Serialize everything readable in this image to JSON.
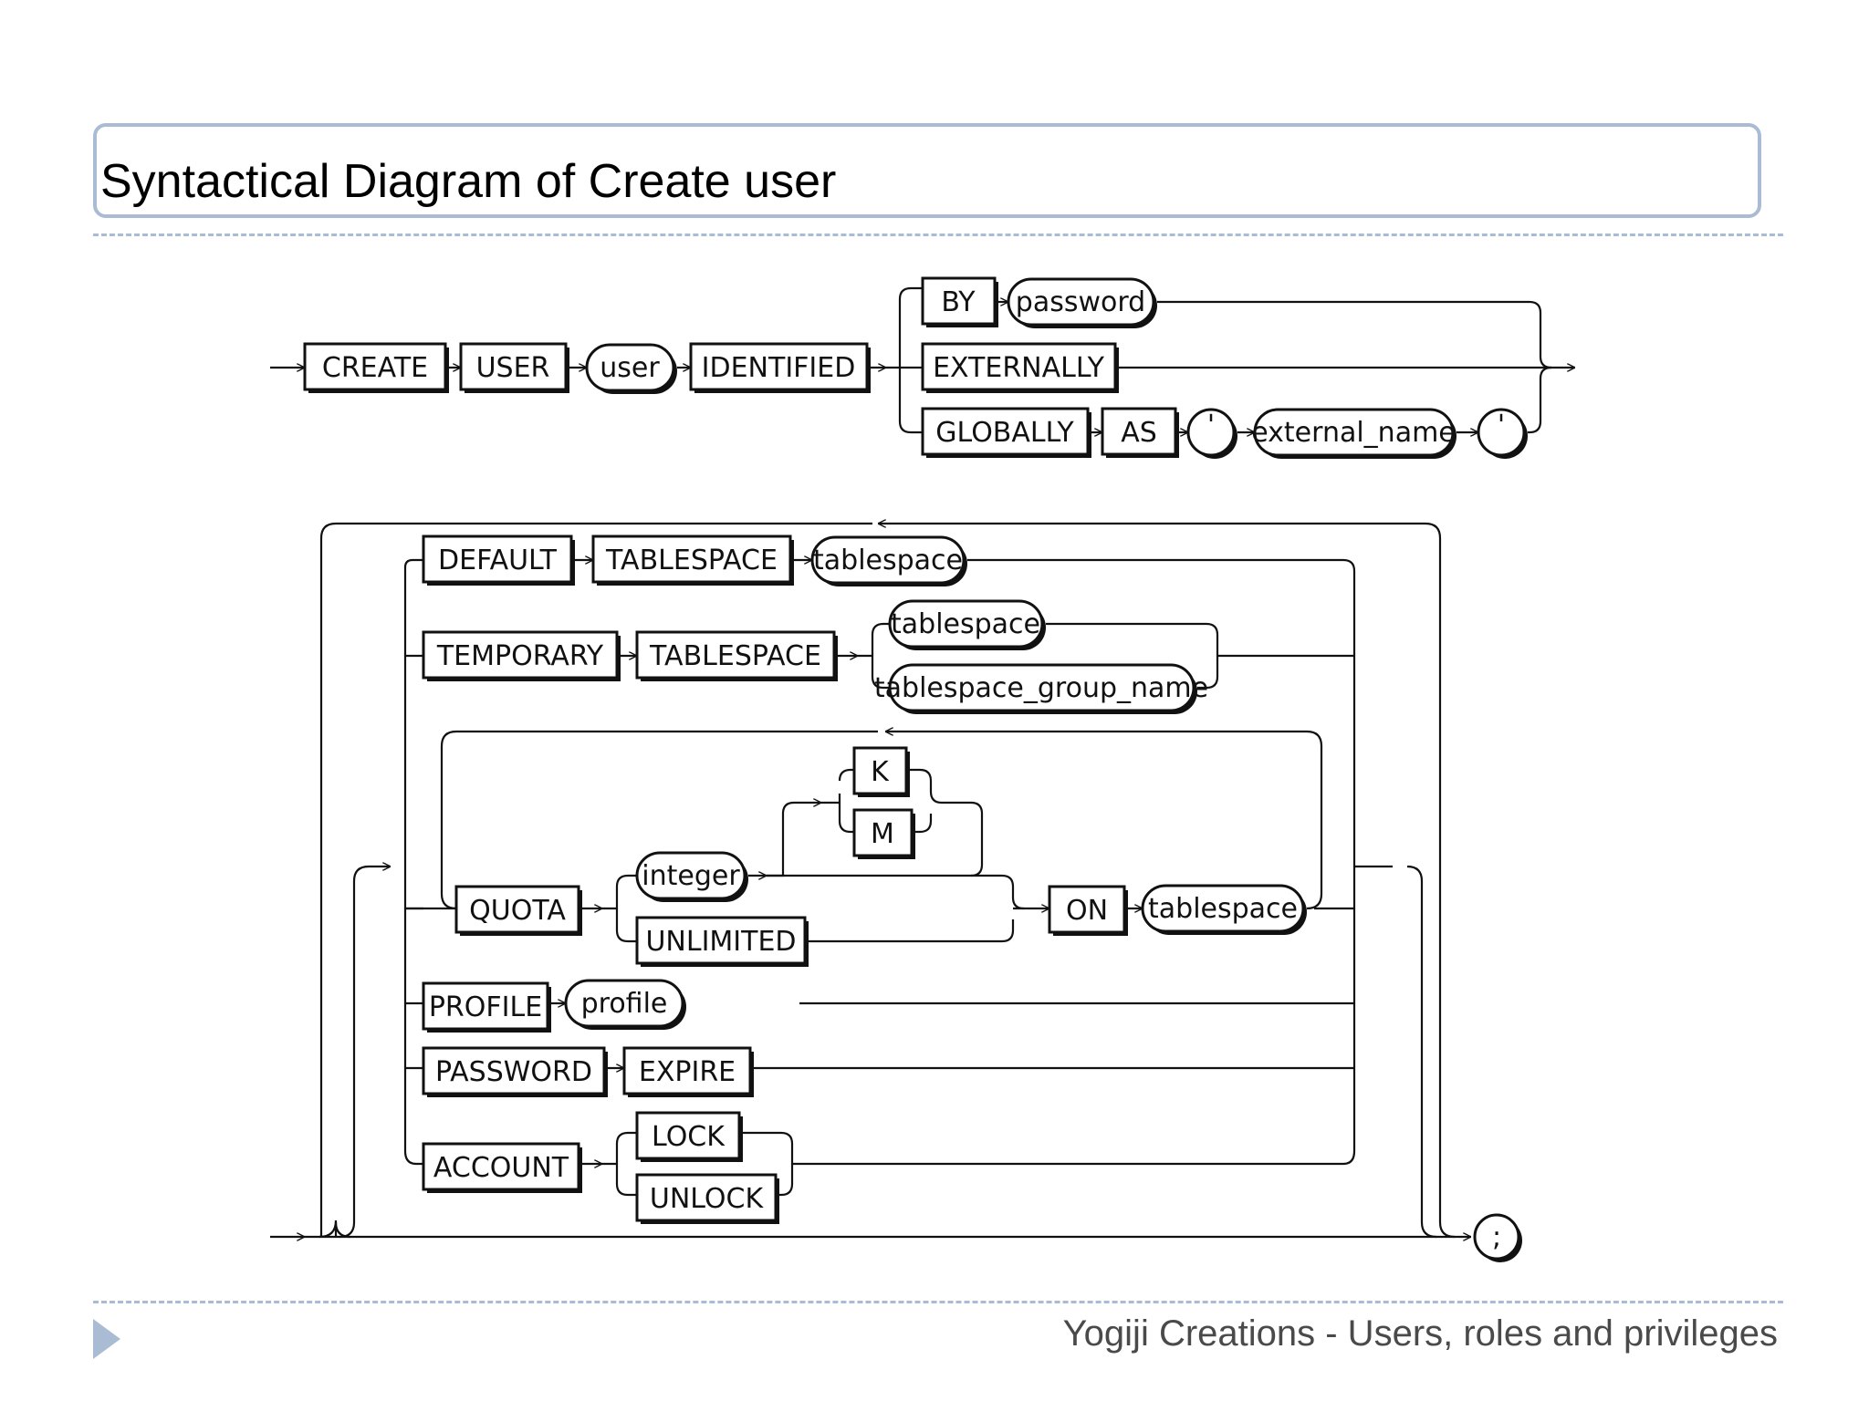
{
  "slide": {
    "title": "Syntactical Diagram of Create user",
    "footer": "Yogiji Creations - Users, roles and privileges"
  },
  "diagram": {
    "keywords": {
      "create": "CREATE",
      "user": "USER",
      "identified": "IDENTIFIED",
      "by": "BY",
      "externally": "EXTERNALLY",
      "globally": "GLOBALLY",
      "as": "AS",
      "default": "DEFAULT",
      "tablespace_default": "TABLESPACE",
      "temporary": "TEMPORARY",
      "tablespace_temporary": "TABLESPACE",
      "k": "K",
      "m": "M",
      "quota": "QUOTA",
      "unlimited": "UNLIMITED",
      "on": "ON",
      "profile": "PROFILE",
      "password_kw": "PASSWORD",
      "expire": "EXPIRE",
      "account": "ACCOUNT",
      "lock": "LOCK",
      "unlock": "UNLOCK"
    },
    "identifiers": {
      "user": "user",
      "password": "password",
      "quote_open": "'",
      "external_name": "external_name",
      "quote_close": "'",
      "tablespace_default": "tablespace",
      "tablespace_temp": "tablespace",
      "tablespace_group_name": "tablespace_group_name",
      "integer": "integer",
      "tablespace_quota": "tablespace",
      "profile": "profile",
      "terminator": ";"
    }
  }
}
